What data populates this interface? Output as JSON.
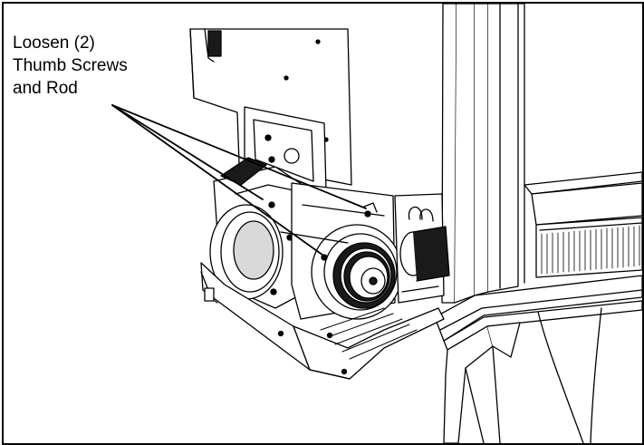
{
  "callout": {
    "lines": [
      "Loosen (2)",
      "Thumb Screws",
      "and Rod"
    ]
  },
  "colors": {
    "line": "#000000",
    "fill": "#ffffff",
    "shade": "#d9d9d9",
    "dark": "#1a1a1a"
  }
}
